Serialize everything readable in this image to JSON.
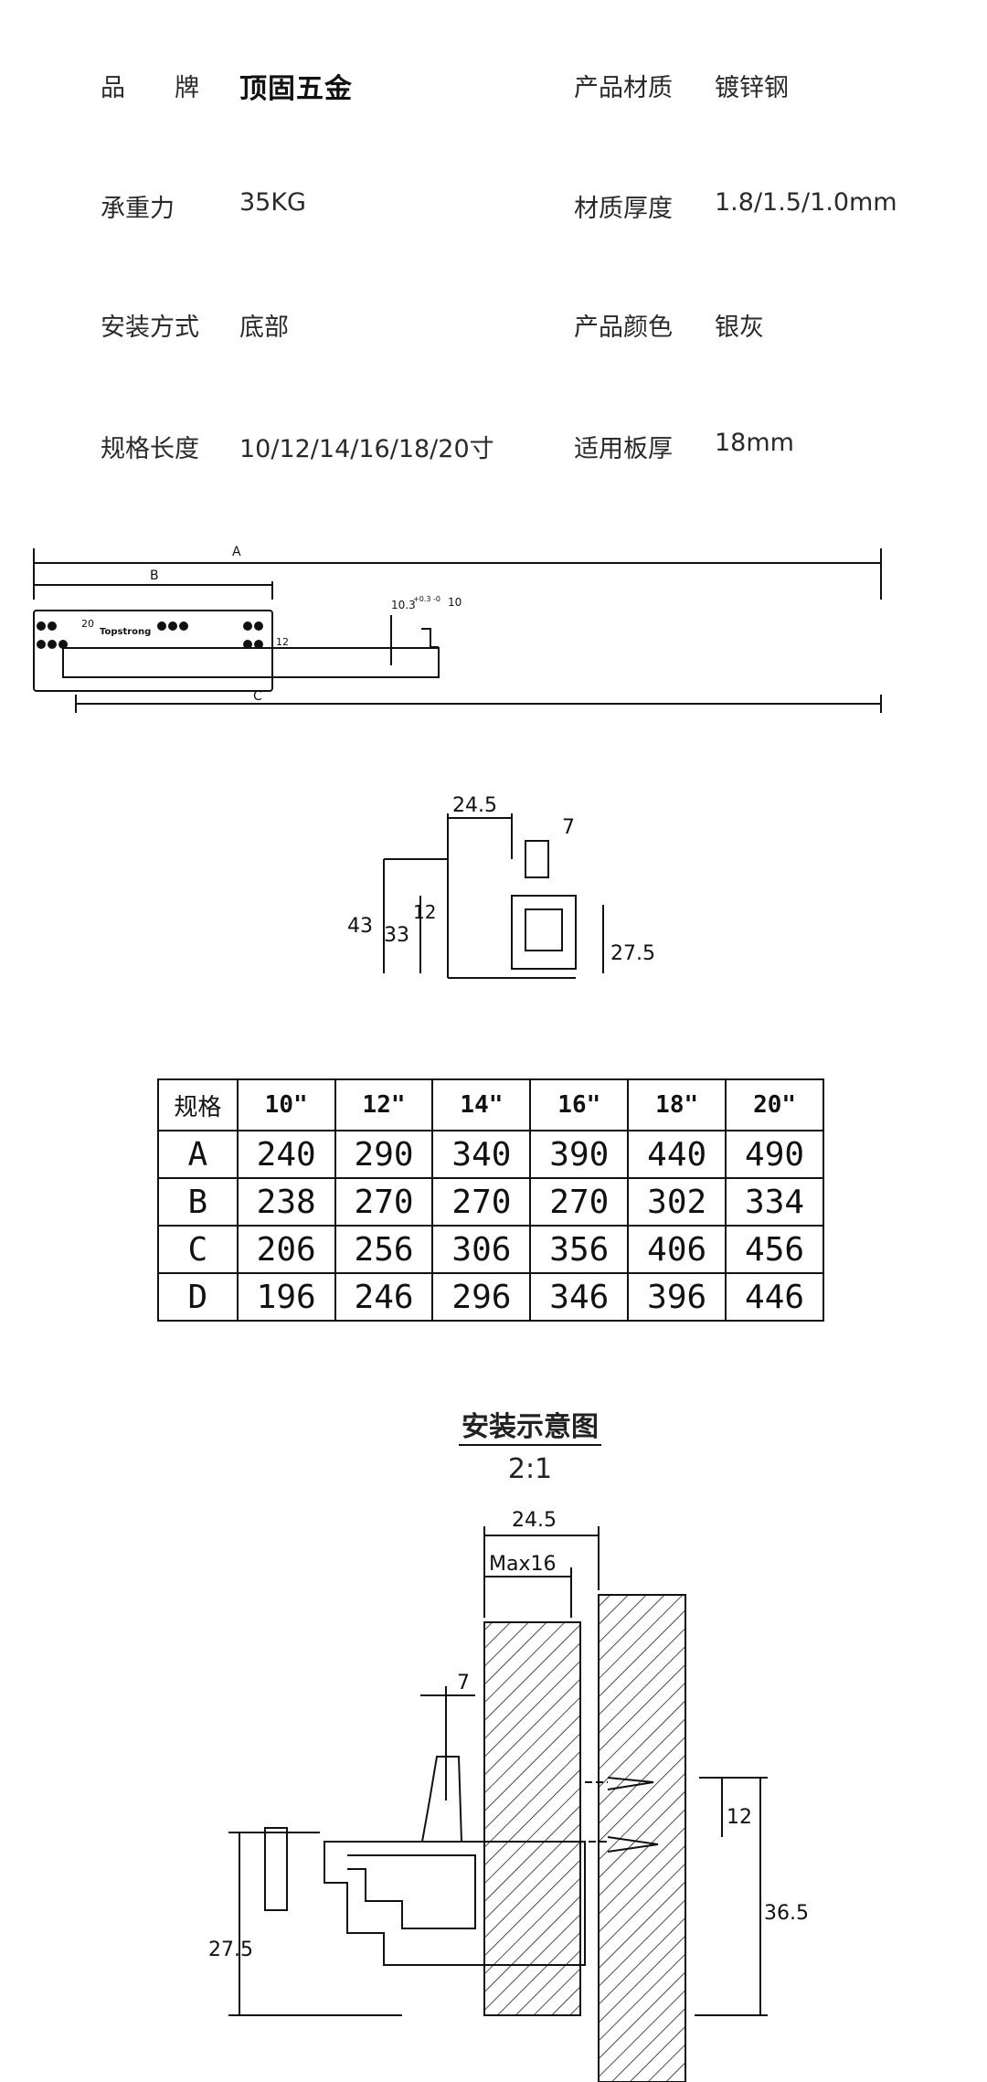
{
  "specs": [
    {
      "label": "品　　牌",
      "value": "顶固五金",
      "is_brand": true
    },
    {
      "label": "产品材质",
      "value": "镀锌钢"
    },
    {
      "label": "承重力",
      "value": "35KG"
    },
    {
      "label": "材质厚度",
      "value": "1.8/1.5/1.0mm"
    },
    {
      "label": "安装方式",
      "value": "底部"
    },
    {
      "label": "产品颜色",
      "value": "银灰"
    },
    {
      "label": "规格长度",
      "value": "10/12/14/16/18/20寸"
    },
    {
      "label": "适用板厚",
      "value": "18mm"
    }
  ],
  "side_view": {
    "A": "A",
    "B": "B",
    "C": "C",
    "d20": "20",
    "d12": "12",
    "d10_3": "10.3",
    "tol": "+0.3 -0",
    "d10": "10",
    "logo": "Topstrong"
  },
  "section_view": {
    "d24_5": "24.5",
    "d7": "7",
    "d43": "43",
    "d33": "33",
    "d12": "12",
    "d27_5": "27.5"
  },
  "table": {
    "header": [
      "规格",
      "10\"",
      "12\"",
      "14\"",
      "16\"",
      "18\"",
      "20\""
    ],
    "rows": [
      [
        "A",
        "240",
        "290",
        "340",
        "390",
        "440",
        "490"
      ],
      [
        "B",
        "238",
        "270",
        "270",
        "270",
        "302",
        "334"
      ],
      [
        "C",
        "206",
        "256",
        "306",
        "356",
        "406",
        "456"
      ],
      [
        "D",
        "196",
        "246",
        "296",
        "346",
        "396",
        "446"
      ]
    ]
  },
  "install": {
    "title": "安装示意图",
    "scale": "2:1",
    "d24_5": "24.5",
    "max16": "Max16",
    "d7": "7",
    "d12": "12",
    "d36_5": "36.5",
    "d27_5": "27.5"
  }
}
